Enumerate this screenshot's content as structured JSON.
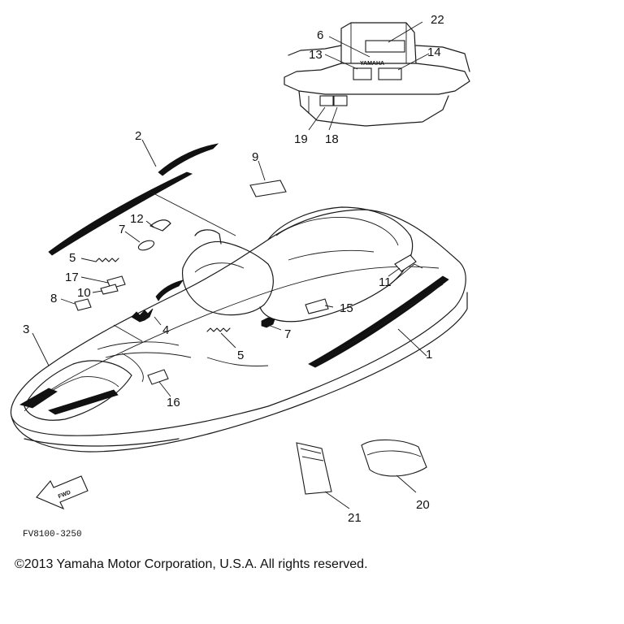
{
  "diagram": {
    "part_code": "FV8100-3250",
    "fwd_label": "FWD",
    "engine_label": "YAMAHA",
    "callouts": [
      "1",
      "2",
      "3",
      "4",
      "5",
      "5",
      "6",
      "7",
      "7",
      "8",
      "9",
      "10",
      "11",
      "12",
      "13",
      "14",
      "15",
      "16",
      "17",
      "18",
      "19",
      "20",
      "21",
      "22"
    ]
  },
  "copyright": "©2013 Yamaha Motor Corporation, U.S.A. All rights reserved."
}
